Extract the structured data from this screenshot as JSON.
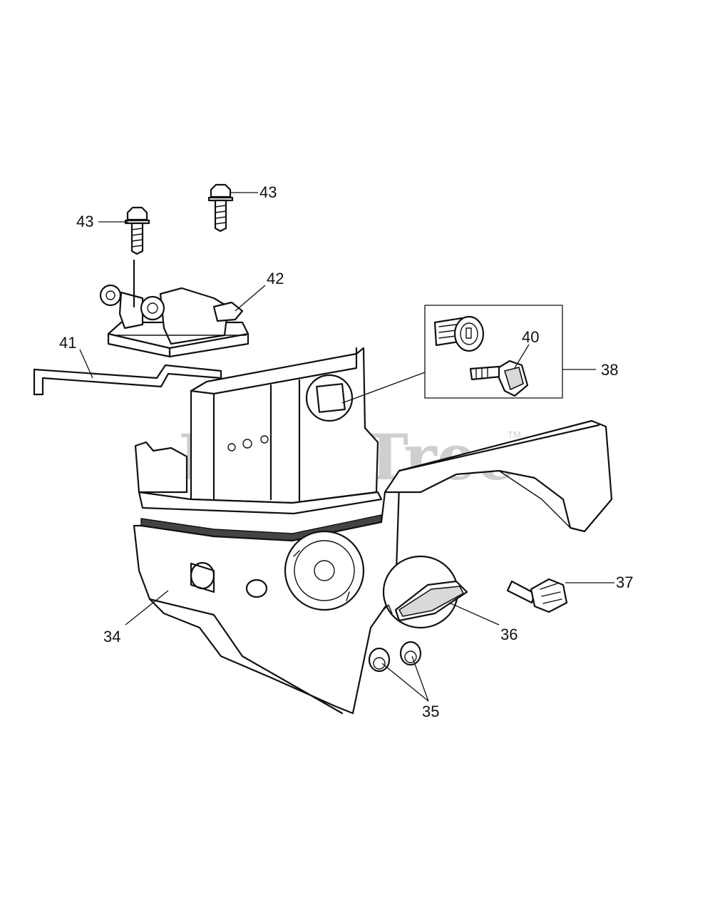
{
  "watermark": {
    "text": "PartsTree",
    "mark": "TM"
  },
  "callouts": {
    "c34": "34",
    "c35": "35",
    "c36": "36",
    "c37": "37",
    "c38": "38",
    "c40": "40",
    "c41": "41",
    "c42": "42",
    "c43a": "43",
    "c43b": "43"
  }
}
